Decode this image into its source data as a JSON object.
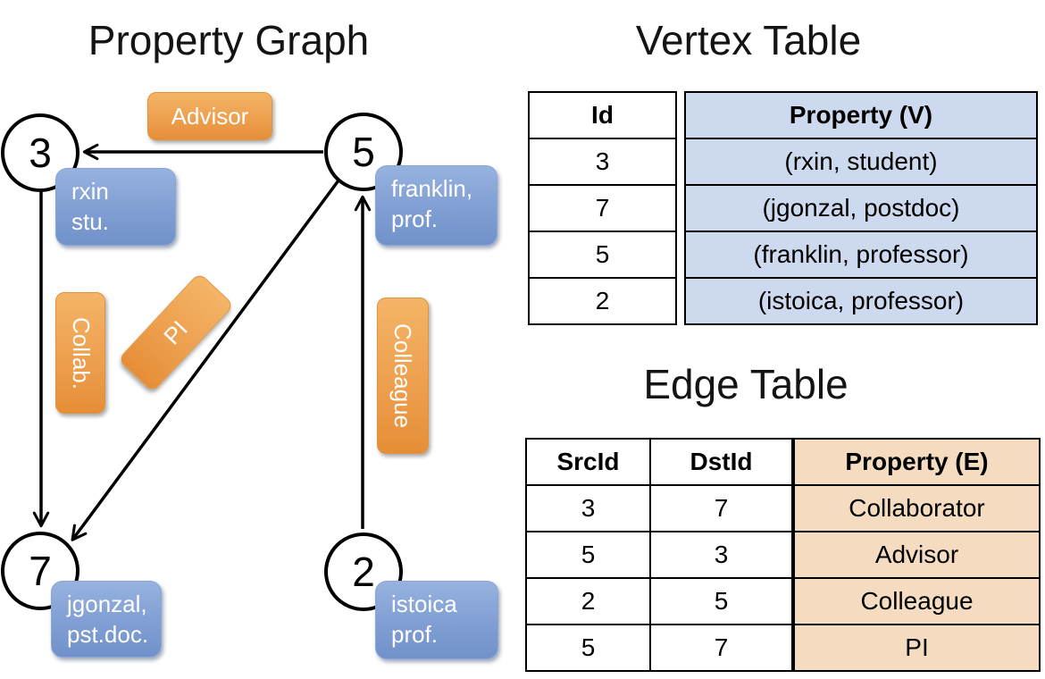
{
  "graph": {
    "title": "Property Graph",
    "nodes": [
      {
        "id": "3",
        "label_lines": [
          "rxin",
          "stu."
        ]
      },
      {
        "id": "5",
        "label_lines": [
          "franklin,",
          "prof."
        ]
      },
      {
        "id": "7",
        "label_lines": [
          "jgonzal,",
          "pst.doc."
        ]
      },
      {
        "id": "2",
        "label_lines": [
          "istoica",
          "prof."
        ]
      }
    ],
    "edges": [
      {
        "src": "5",
        "dst": "3",
        "label": "Advisor"
      },
      {
        "src": "3",
        "dst": "7",
        "label": "Collab."
      },
      {
        "src": "5",
        "dst": "7",
        "label": "PI"
      },
      {
        "src": "2",
        "dst": "5",
        "label": "Colleague"
      }
    ]
  },
  "vertex_table": {
    "title": "Vertex Table",
    "columns": [
      "Id",
      "Property (V)"
    ],
    "rows": [
      [
        "3",
        "(rxin, student)"
      ],
      [
        "7",
        "(jgonzal, postdoc)"
      ],
      [
        "5",
        "(franklin, professor)"
      ],
      [
        "2",
        "(istoica, professor)"
      ]
    ]
  },
  "edge_table": {
    "title": "Edge Table",
    "columns": [
      "SrcId",
      "DstId",
      "Property (E)"
    ],
    "rows": [
      [
        "3",
        "7",
        "Collaborator"
      ],
      [
        "5",
        "3",
        "Advisor"
      ],
      [
        "2",
        "5",
        "Colleague"
      ],
      [
        "5",
        "7",
        "PI"
      ]
    ]
  },
  "colors": {
    "edge_label_orange": "#eda04f",
    "vertex_box_blue": "#82a0d4",
    "vertex_table_fill": "#cdd9ee",
    "edge_table_fill": "#f5dcc0",
    "line_black": "#000000",
    "text_white": "#ffffff"
  }
}
